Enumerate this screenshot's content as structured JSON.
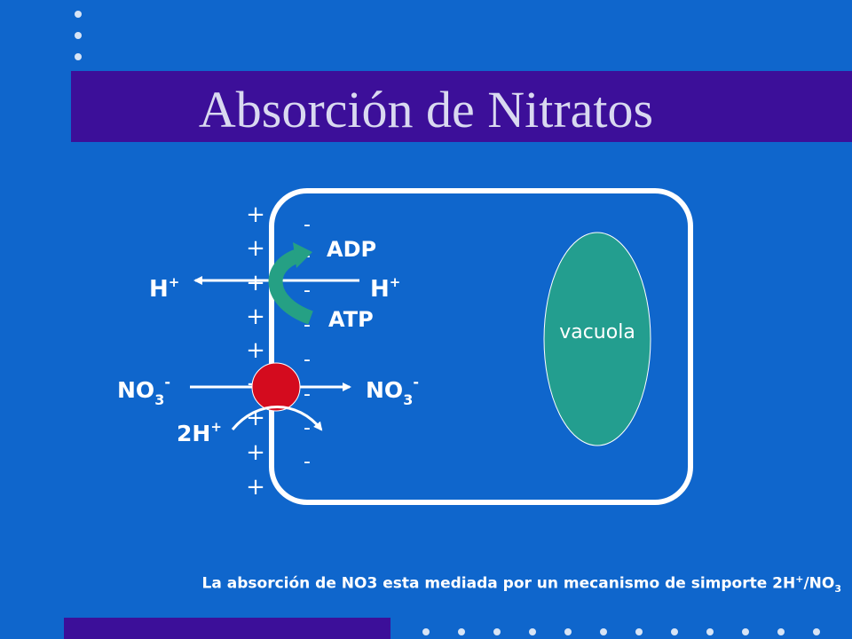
{
  "title": "Absorción de Nitratos",
  "cell": {
    "vacuole_label": "vacuola",
    "membrane_plus": [
      "+",
      "+",
      "+",
      "+",
      "+",
      "+",
      "+",
      "+",
      "+"
    ],
    "membrane_minus": [
      "-",
      "-",
      "-",
      "-",
      "-",
      "-",
      "-",
      "-"
    ]
  },
  "labels": {
    "h_out": {
      "main": "H",
      "sup": "+"
    },
    "h_in": {
      "main": "H",
      "sup": "+"
    },
    "adp": "ADP",
    "atp": "ATP",
    "no3_out": {
      "main": "NO",
      "sub": "3",
      "sup": "-"
    },
    "no3_in": {
      "main": "NO",
      "sub": "3",
      "sup": "-"
    },
    "two_h": {
      "main": "2H",
      "sup": "+"
    }
  },
  "caption": {
    "text": "La absorción de NO3 esta mediada por un mecanismo de simporte 2H",
    "sup": "+",
    "mid": "/NO",
    "sub": "3"
  },
  "colors": {
    "background": "#0f66cc",
    "title_band": "#3c0f99",
    "vacuole": "#239e8f",
    "atp_arrow": "#25a084",
    "transporter": "#d40b1e"
  }
}
